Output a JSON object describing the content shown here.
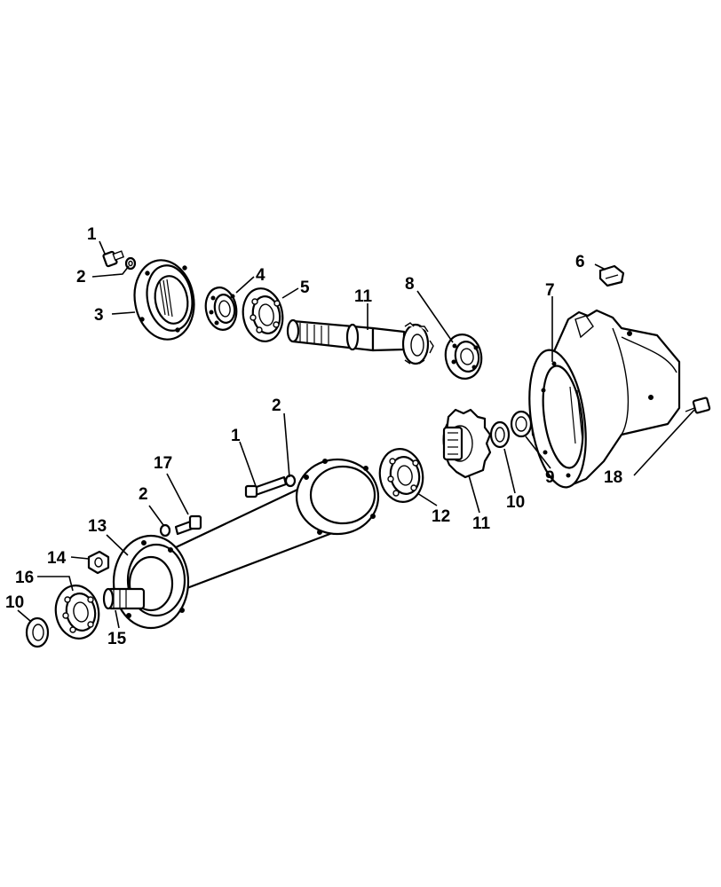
{
  "diagram": {
    "callouts": [
      {
        "id": "c1a",
        "text": "1"
      },
      {
        "id": "c2a",
        "text": "2"
      },
      {
        "id": "c3",
        "text": "3"
      },
      {
        "id": "c4",
        "text": "4"
      },
      {
        "id": "c5",
        "text": "5"
      },
      {
        "id": "c11a",
        "text": "11"
      },
      {
        "id": "c8",
        "text": "8"
      },
      {
        "id": "c6",
        "text": "6"
      },
      {
        "id": "c7",
        "text": "7"
      },
      {
        "id": "c2b",
        "text": "2"
      },
      {
        "id": "c1b",
        "text": "1"
      },
      {
        "id": "c17",
        "text": "17"
      },
      {
        "id": "c2c",
        "text": "2"
      },
      {
        "id": "c13",
        "text": "13"
      },
      {
        "id": "c14",
        "text": "14"
      },
      {
        "id": "c16",
        "text": "16"
      },
      {
        "id": "c10a",
        "text": "10"
      },
      {
        "id": "c15",
        "text": "15"
      },
      {
        "id": "c12",
        "text": "12"
      },
      {
        "id": "c11b",
        "text": "11"
      },
      {
        "id": "c10b",
        "text": "10"
      },
      {
        "id": "c9",
        "text": "9"
      },
      {
        "id": "c18",
        "text": "18"
      }
    ]
  }
}
